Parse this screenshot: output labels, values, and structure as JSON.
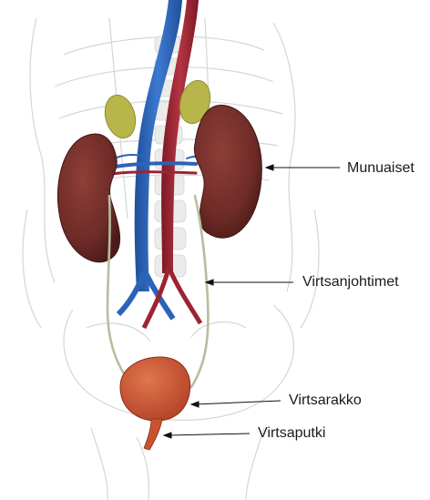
{
  "labels": {
    "kidneys": "Munuaiset",
    "ureters": "Virtsanjohtimet",
    "bladder": "Virtsarakko",
    "urethra": "Virtsaputki"
  },
  "colors": {
    "kidney": "#6e2b27",
    "adrenal": "#b8b64a",
    "vein": "#2b63b8",
    "artery": "#9b2430",
    "ureter": "#b8bda0",
    "bladder": "#c8532e",
    "skeleton": "#d8d8d8"
  }
}
